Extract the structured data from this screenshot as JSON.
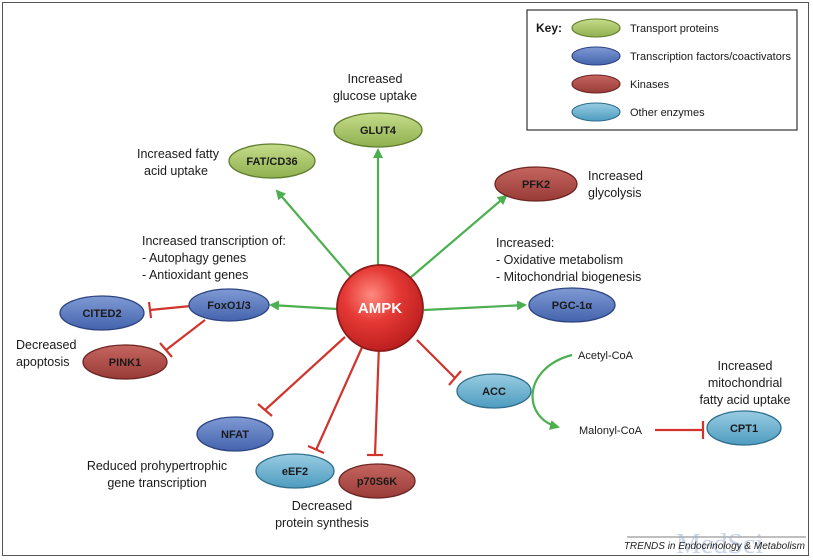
{
  "colors": {
    "transport": "#9bbb59",
    "transcription": "#4f6fba",
    "kinase": "#a0403c",
    "enzyme": "#5fa8c8",
    "activation": "#4caf50",
    "inhibition": "#d0342c",
    "ampk": "#d32f2f"
  },
  "key": {
    "title": "Key:",
    "items": [
      {
        "label": "Transport proteins",
        "category": "transport"
      },
      {
        "label": "Transcription factors/coactivators",
        "category": "transcription"
      },
      {
        "label": "Kinases",
        "category": "kinase"
      },
      {
        "label": "Other enzymes",
        "category": "enzyme"
      }
    ]
  },
  "center": {
    "label": "AMPK"
  },
  "nodes": {
    "glut4": {
      "label": "GLUT4",
      "category": "transport"
    },
    "fatcd36": {
      "label": "FAT/CD36",
      "category": "transport"
    },
    "pfk2": {
      "label": "PFK2",
      "category": "kinase"
    },
    "pgc1a": {
      "label": "PGC-1α",
      "category": "transcription"
    },
    "foxo13": {
      "label": "FoxO1/3",
      "category": "transcription"
    },
    "cited2": {
      "label": "CITED2",
      "category": "transcription"
    },
    "pink1": {
      "label": "PINK1",
      "category": "kinase"
    },
    "acc": {
      "label": "ACC",
      "category": "enzyme"
    },
    "cpt1": {
      "label": "CPT1",
      "category": "enzyme"
    },
    "nfat": {
      "label": "NFAT",
      "category": "transcription"
    },
    "eef2": {
      "label": "eEF2",
      "category": "enzyme"
    },
    "p70s6k": {
      "label": "p70S6K",
      "category": "kinase"
    }
  },
  "annotations": {
    "glucose": [
      "Increased",
      "glucose uptake"
    ],
    "fatty": [
      "Increased fatty",
      "acid uptake"
    ],
    "glycolysis": [
      "Increased",
      "glycolysis"
    ],
    "oxidative": [
      "Increased:",
      "- Oxidative metabolism",
      "- Mitochondrial biogenesis"
    ],
    "transcription": [
      "Increased transcription of:",
      "- Autophagy genes",
      "- Antioxidant genes"
    ],
    "apoptosis": [
      "Decreased",
      "apoptosis"
    ],
    "mito_fa": [
      "Increased",
      "mitochondrial",
      "fatty acid uptake"
    ],
    "hypertrophic": [
      "Reduced prohypertrophic",
      "gene transcription"
    ],
    "protein": [
      "Decreased",
      "protein synthesis"
    ],
    "acetyl": "Acetyl-CoA",
    "malonyl": "Malonyl-CoA"
  },
  "footer": {
    "text": "TRENDS in Endocrinology & Metabolism",
    "watermark": "MedSci"
  }
}
